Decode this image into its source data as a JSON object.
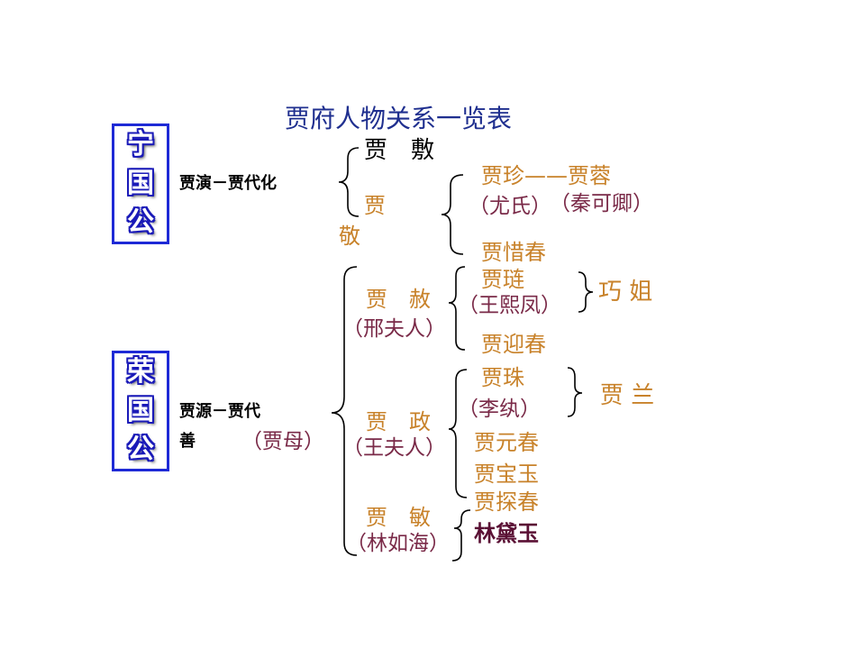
{
  "title": "贾府人物关系一览表",
  "ning": {
    "badge": [
      "宁",
      "国",
      "公"
    ],
    "ancestors": "贾演－贾代化",
    "jia_fu": "贾　敷",
    "jia_jing_1": "贾",
    "jia_jing_2": "敬",
    "jia_zhen": "贾珍——贾蓉",
    "you_shi": "（尤氏）",
    "qin_keqing": "（秦可卿）",
    "jia_xichun": "贾惜春"
  },
  "rong": {
    "badge": [
      "荣",
      "国",
      "公"
    ],
    "ancestors_1": "贾源－贾代",
    "ancestors_2": "善",
    "jia_mu": "（贾母）",
    "jia_she": "贾　赦",
    "xing_furen": "（邢夫人）",
    "jia_lian": "贾琏",
    "wang_xifeng": "（王熙凤）",
    "qiao_jie": "巧 姐",
    "jia_yingchun": "贾迎春",
    "jia_zheng": "贾　政",
    "wang_furen": "（王夫人）",
    "jia_zhu": "贾珠",
    "li_wan": "（李纨）",
    "jia_lan": "贾 兰",
    "jia_yuanchun": "贾元春",
    "jia_baoyu": "贾宝玉",
    "jia_tanchun": "贾探春",
    "jia_min": "贾　敏",
    "lin_ruhai": "（林如海）",
    "lin_daiyu": "林黛玉"
  }
}
